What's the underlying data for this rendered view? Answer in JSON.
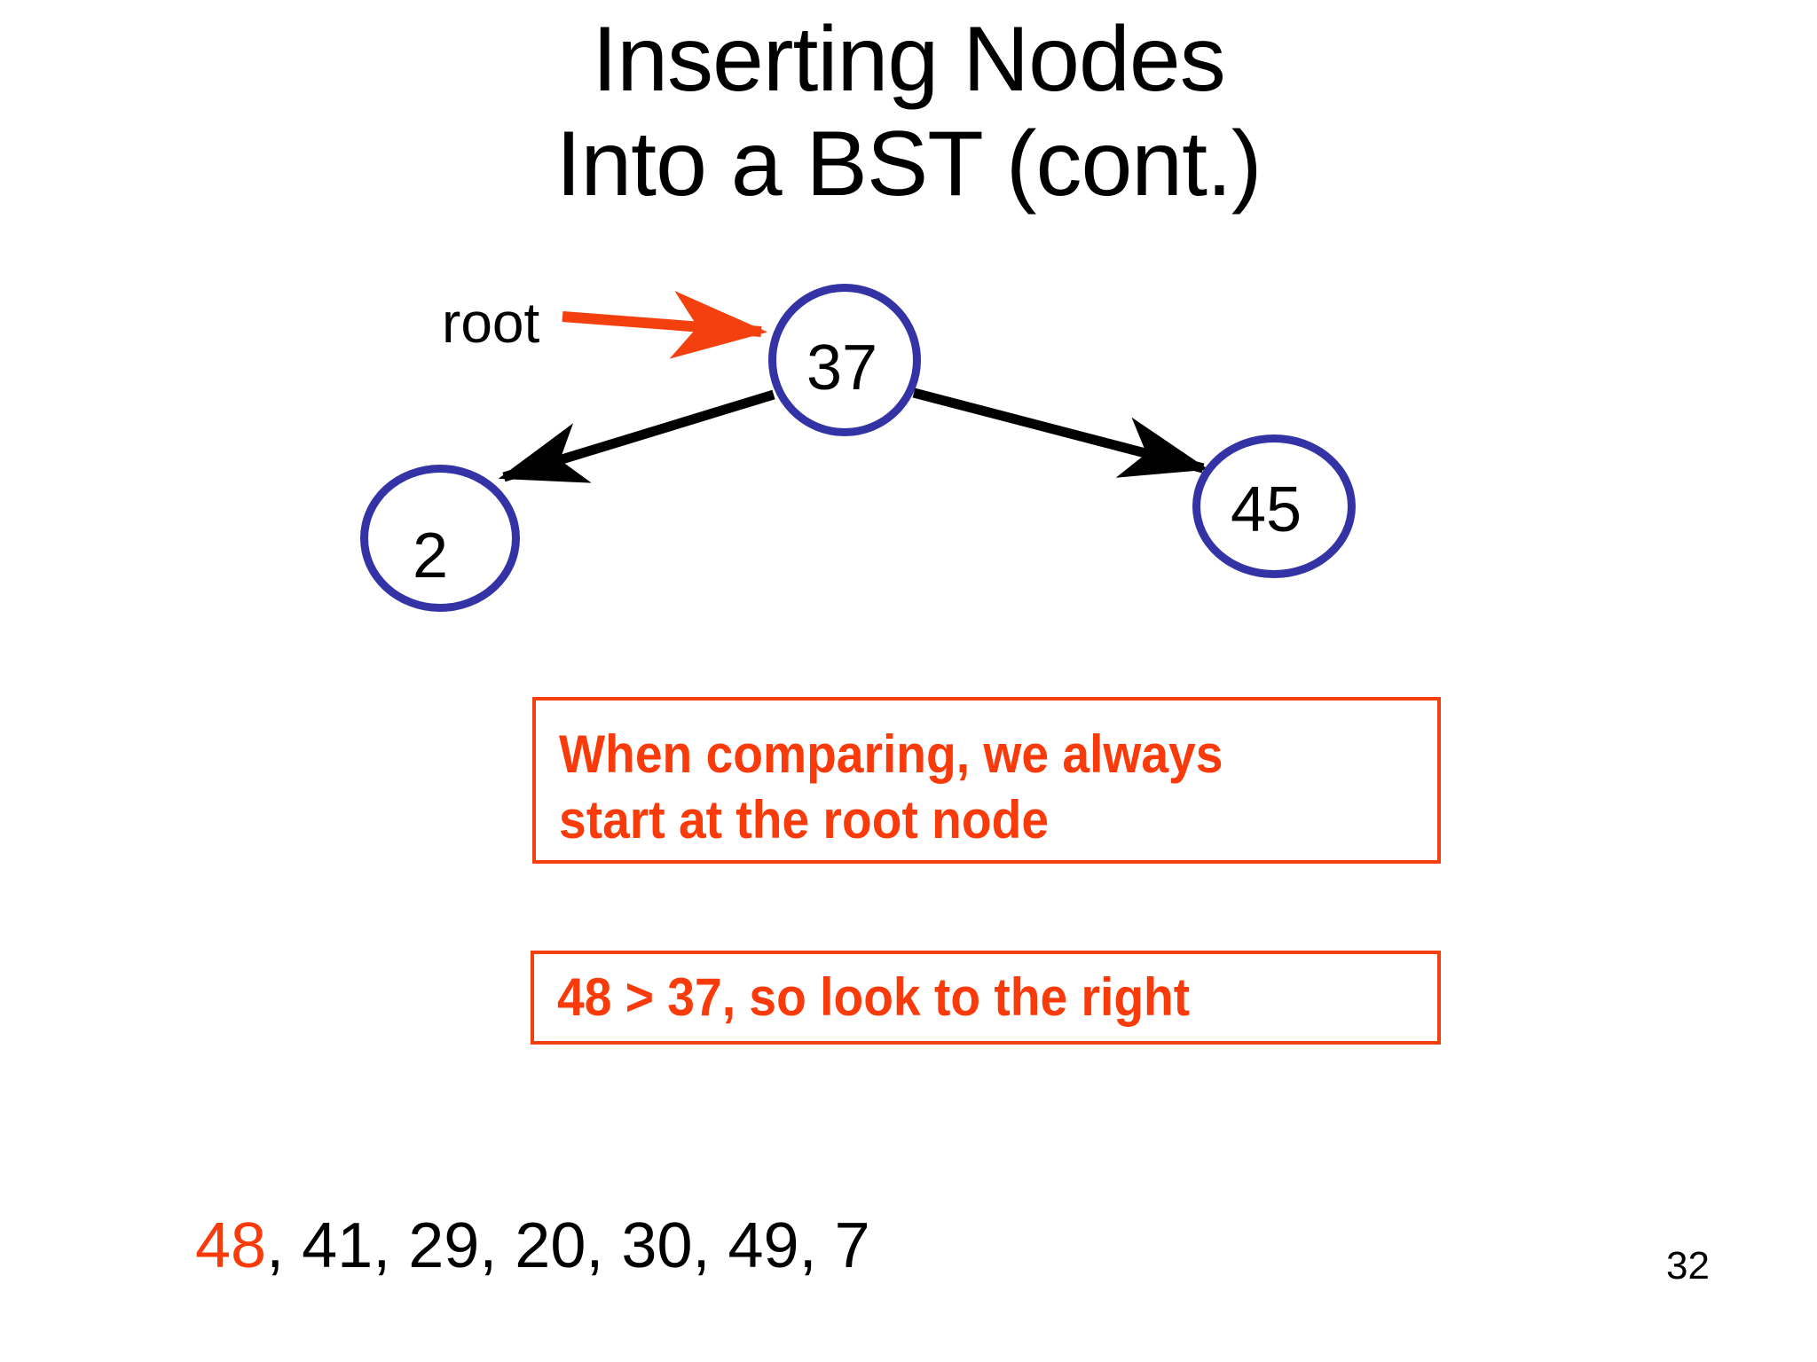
{
  "slide": {
    "title_lines": [
      "Inserting Nodes",
      "Into a BST (cont.)"
    ],
    "page_number": "32",
    "background_color": "#ffffff"
  },
  "colors": {
    "node_border": "#3333a6",
    "node_fill": "#ffffff",
    "edge": "#000000",
    "pointer_arrow": "#f4400e",
    "callout_text": "#f93a0a",
    "callout_border": "#f4400e",
    "body_text": "#000000"
  },
  "tree": {
    "pointer_label": "root",
    "nodes": [
      {
        "id": "root",
        "value": "37",
        "role": "root-node"
      },
      {
        "id": "left",
        "value": "2",
        "role": "left-child-node"
      },
      {
        "id": "right",
        "value": "45",
        "role": "right-child-node"
      }
    ],
    "edges": [
      {
        "from": "37",
        "to": "2",
        "direction": "left"
      },
      {
        "from": "37",
        "to": "45",
        "direction": "right"
      }
    ]
  },
  "callouts": [
    {
      "id": "callout-1",
      "lines": [
        "When comparing, we always",
        "start at the root node"
      ]
    },
    {
      "id": "callout-2",
      "lines": [
        "48 > 37, so look to the right"
      ]
    }
  ],
  "insert_sequence": {
    "current": "48",
    "rest": ", 41, 29, 20, 30, 49, 7",
    "full": "48, 41, 29, 20, 30, 49, 7",
    "values": [
      "48",
      "41",
      "29",
      "20",
      "30",
      "49",
      "7"
    ]
  }
}
